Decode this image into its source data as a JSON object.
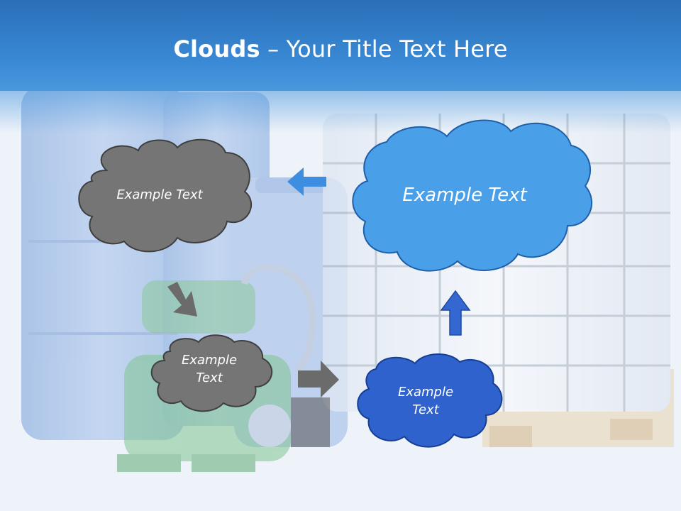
{
  "slide": {
    "title_bold": "Clouds",
    "title_dash": " – ",
    "title_rest": "Your Title Text Here"
  },
  "clouds": [
    {
      "id": "gray-top",
      "text": "Example Text",
      "color": "#757575"
    },
    {
      "id": "gray-bottom",
      "line1": "Example",
      "line2": "Text",
      "color": "#757575"
    },
    {
      "id": "blue-large",
      "text": "Example Text",
      "color": "#4aa0e8"
    },
    {
      "id": "blue-small",
      "line1": "Example",
      "line2": "Text",
      "color": "#2f62cc"
    }
  ],
  "colors": {
    "header": "#3a8ad6",
    "arrow_blue": "#3d8de0",
    "arrow_gray": "#6b6b6b"
  }
}
